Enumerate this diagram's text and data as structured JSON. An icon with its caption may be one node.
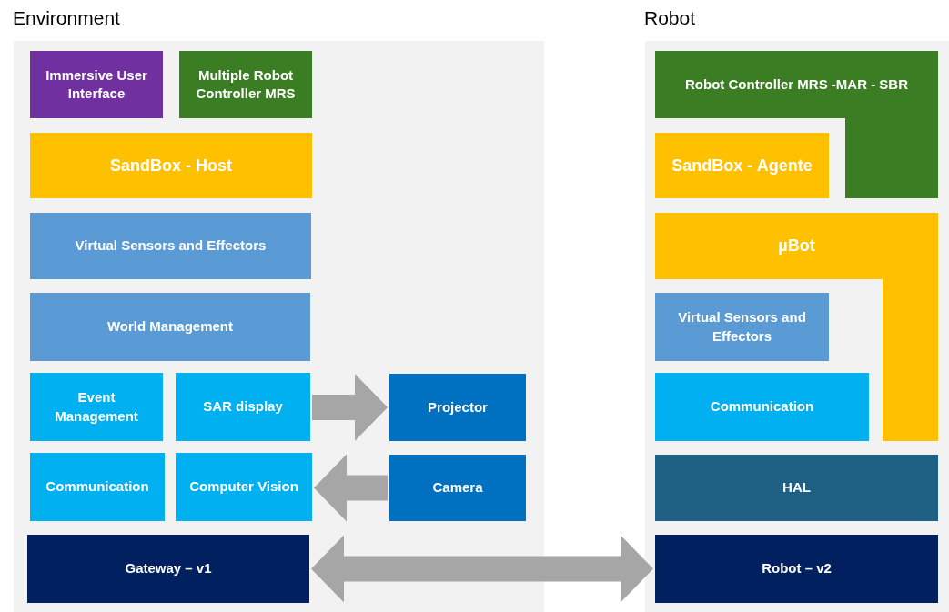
{
  "diagram": {
    "nodes": [
      {
        "text": [
          "Environment"
        ]
      },
      {
        "text": [
          "Immersive User Interface"
        ],
        "in": 0
      },
      {
        "text": [
          "Multiple Robot Controller MRS"
        ],
        "in": 0
      },
      {
        "text": [
          "SandBox - Host"
        ],
        "in": 0
      },
      {
        "text": [
          "Virtual Sensors and Effectors"
        ],
        "in": 0
      },
      {
        "text": [
          "World Management"
        ],
        "in": 0
      },
      {
        "text": [
          "Event Management"
        ],
        "in": 0
      },
      {
        "text": [
          "SAR display"
        ],
        "in": 0
      },
      {
        "text": [
          "Communication"
        ],
        "in": 0
      },
      {
        "text": [
          "Computer Vision"
        ],
        "in": 0
      },
      {
        "text": [
          "Gateway – v1"
        ],
        "in": 0
      },
      {
        "text": [
          "Projector"
        ],
        "in": 0
      },
      {
        "text": [
          "Camera"
        ],
        "in": 0
      },
      {
        "text": [
          "Robot"
        ]
      },
      {
        "text": [
          "Robot Controller MRS -MAR - SBR"
        ],
        "in": 13
      },
      {
        "text": [
          "SandBox - Agente"
        ],
        "in": 13
      },
      {
        "text": [
          "µBot"
        ],
        "in": 13
      },
      {
        "text": [
          "Virtual Sensors and Effectors"
        ],
        "in": 13
      },
      {
        "text": [
          "Communication"
        ],
        "in": 13
      },
      {
        "text": [
          "HAL"
        ],
        "in": 13
      },
      {
        "text": [
          "Robot – v2"
        ],
        "in": 13
      }
    ],
    "edges": [
      {
        "from": 7,
        "to": 11,
        "arrow": "to",
        "style": "thick"
      },
      {
        "from": 12,
        "to": 9,
        "arrow": "to",
        "style": "thick"
      },
      {
        "from": 10,
        "to": 20,
        "arrow": "both",
        "style": "thick"
      }
    ]
  }
}
